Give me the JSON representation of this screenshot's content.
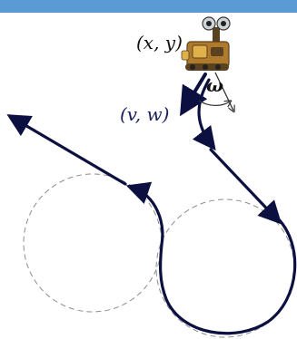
{
  "labels": {
    "robot_pose": "(x, y)",
    "velocity_pair": "(v, w)",
    "angular_symbol": "ω"
  },
  "colors": {
    "top_band": "#5b9bd5",
    "path_stroke": "#0c1040",
    "dashed_circle": "#8c8c8c",
    "angular_marker": "#333333",
    "label_text": "#111111",
    "velocity_label_text": "#1a1f5a",
    "robot_body": "#b07a2c",
    "robot_dark": "#5a4120",
    "robot_accent": "#e0b04a"
  },
  "icons": {
    "robot": "robot-icon"
  }
}
